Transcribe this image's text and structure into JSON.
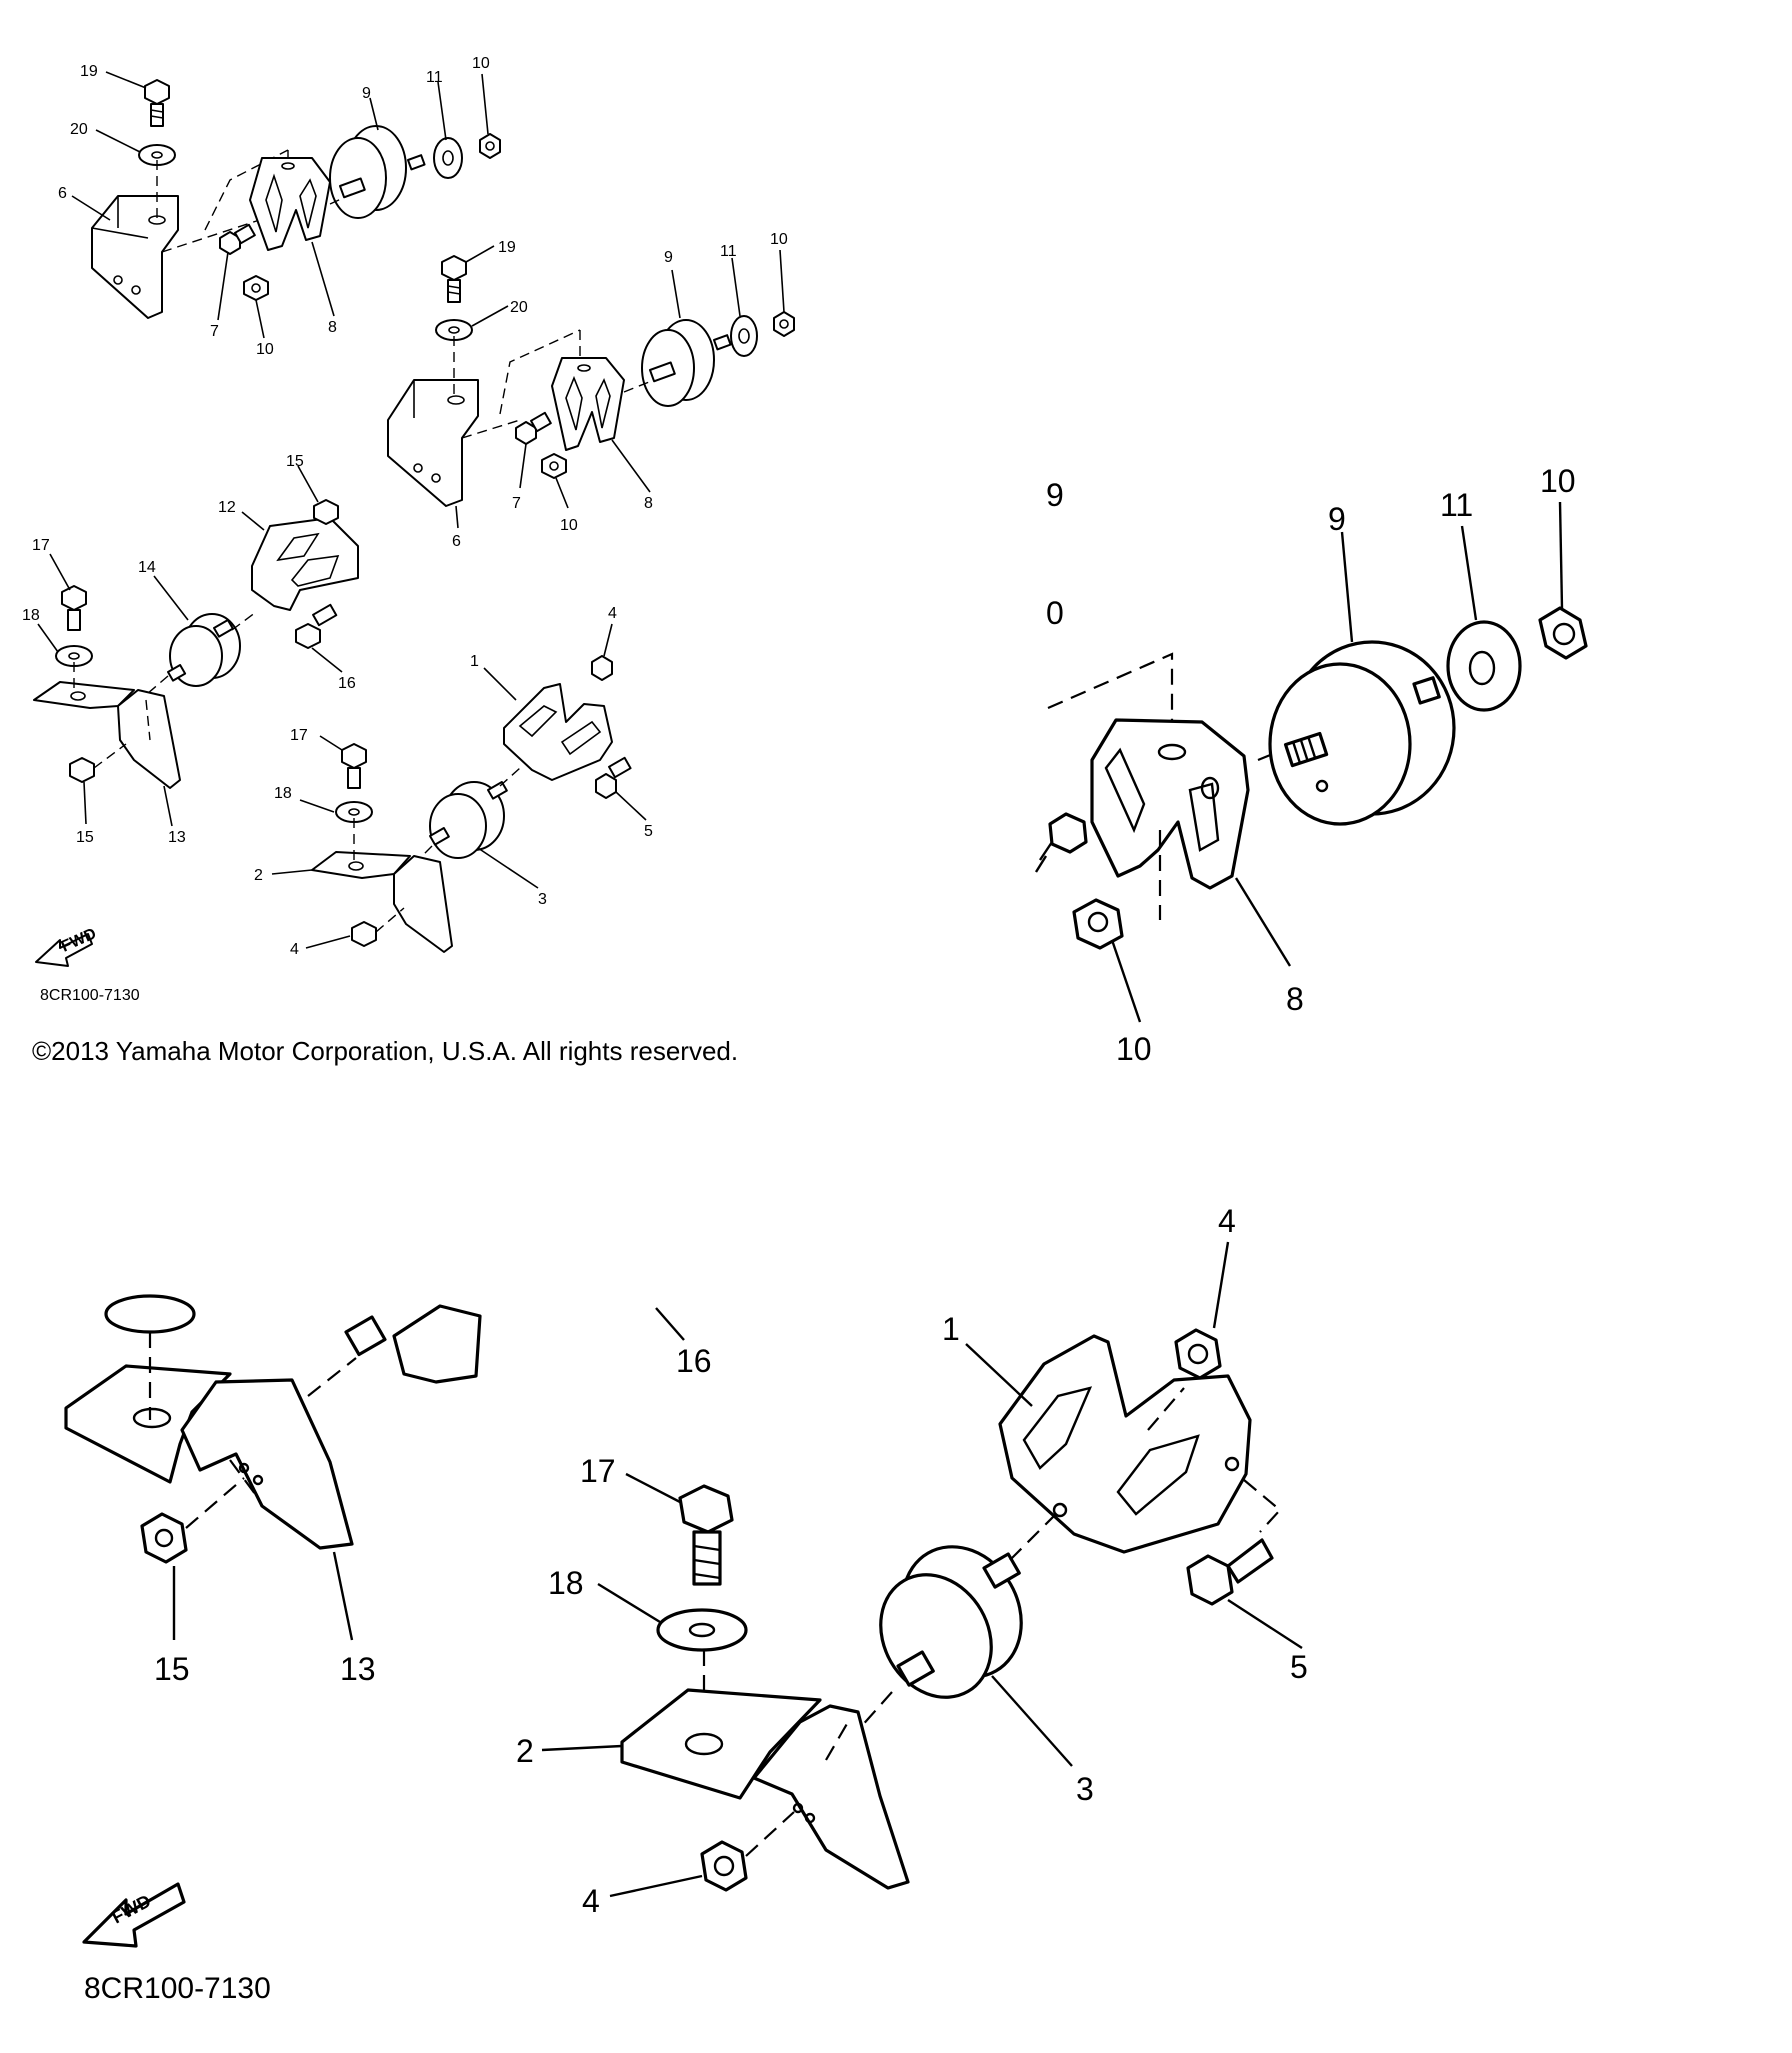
{
  "overview": {
    "code": "8CR100-7130",
    "fwd": "FWD",
    "copyright": "©2013 Yamaha Motor Corporation, U.S.A. All rights reserved.",
    "callouts": [
      {
        "id": "ov-19a",
        "text": "19"
      },
      {
        "id": "ov-20a",
        "text": "20"
      },
      {
        "id": "ov-6a",
        "text": "6"
      },
      {
        "id": "ov-9a",
        "text": "9"
      },
      {
        "id": "ov-11a",
        "text": "11"
      },
      {
        "id": "ov-10a",
        "text": "10"
      },
      {
        "id": "ov-7a",
        "text": "7"
      },
      {
        "id": "ov-10b",
        "text": "10"
      },
      {
        "id": "ov-8a",
        "text": "8"
      },
      {
        "id": "ov-19b",
        "text": "19"
      },
      {
        "id": "ov-20b",
        "text": "20"
      },
      {
        "id": "ov-9b",
        "text": "9"
      },
      {
        "id": "ov-11b",
        "text": "11"
      },
      {
        "id": "ov-10c",
        "text": "10"
      },
      {
        "id": "ov-7b",
        "text": "7"
      },
      {
        "id": "ov-10d",
        "text": "10"
      },
      {
        "id": "ov-8b",
        "text": "8"
      },
      {
        "id": "ov-6b",
        "text": "6"
      },
      {
        "id": "ov-15a",
        "text": "15"
      },
      {
        "id": "ov-12",
        "text": "12"
      },
      {
        "id": "ov-17a",
        "text": "17"
      },
      {
        "id": "ov-14",
        "text": "14"
      },
      {
        "id": "ov-18a",
        "text": "18"
      },
      {
        "id": "ov-16",
        "text": "16"
      },
      {
        "id": "ov-15b",
        "text": "15"
      },
      {
        "id": "ov-13",
        "text": "13"
      },
      {
        "id": "ov-4a",
        "text": "4"
      },
      {
        "id": "ov-1",
        "text": "1"
      },
      {
        "id": "ov-17b",
        "text": "17"
      },
      {
        "id": "ov-18b",
        "text": "18"
      },
      {
        "id": "ov-5",
        "text": "5"
      },
      {
        "id": "ov-2",
        "text": "2"
      },
      {
        "id": "ov-3",
        "text": "3"
      },
      {
        "id": "ov-4b",
        "text": "4"
      }
    ]
  },
  "zoom_right": {
    "callouts": [
      {
        "id": "zr-9a",
        "text": "9"
      },
      {
        "id": "zr-0",
        "text": "0"
      },
      {
        "id": "zr-9b",
        "text": "9"
      },
      {
        "id": "zr-11",
        "text": "11"
      },
      {
        "id": "zr-10a",
        "text": "10"
      },
      {
        "id": "zr-8",
        "text": "8"
      },
      {
        "id": "zr-10b",
        "text": "10"
      }
    ]
  },
  "zoom_bottom": {
    "code": "8CR100-7130",
    "fwd": "FWD",
    "callouts": [
      {
        "id": "zb-16",
        "text": "16"
      },
      {
        "id": "zb-15",
        "text": "15"
      },
      {
        "id": "zb-13",
        "text": "13"
      },
      {
        "id": "zb-4a",
        "text": "4"
      },
      {
        "id": "zb-1",
        "text": "1"
      },
      {
        "id": "zb-17",
        "text": "17"
      },
      {
        "id": "zb-18",
        "text": "18"
      },
      {
        "id": "zb-5",
        "text": "5"
      },
      {
        "id": "zb-2",
        "text": "2"
      },
      {
        "id": "zb-3",
        "text": "3"
      },
      {
        "id": "zb-4b",
        "text": "4"
      }
    ]
  }
}
